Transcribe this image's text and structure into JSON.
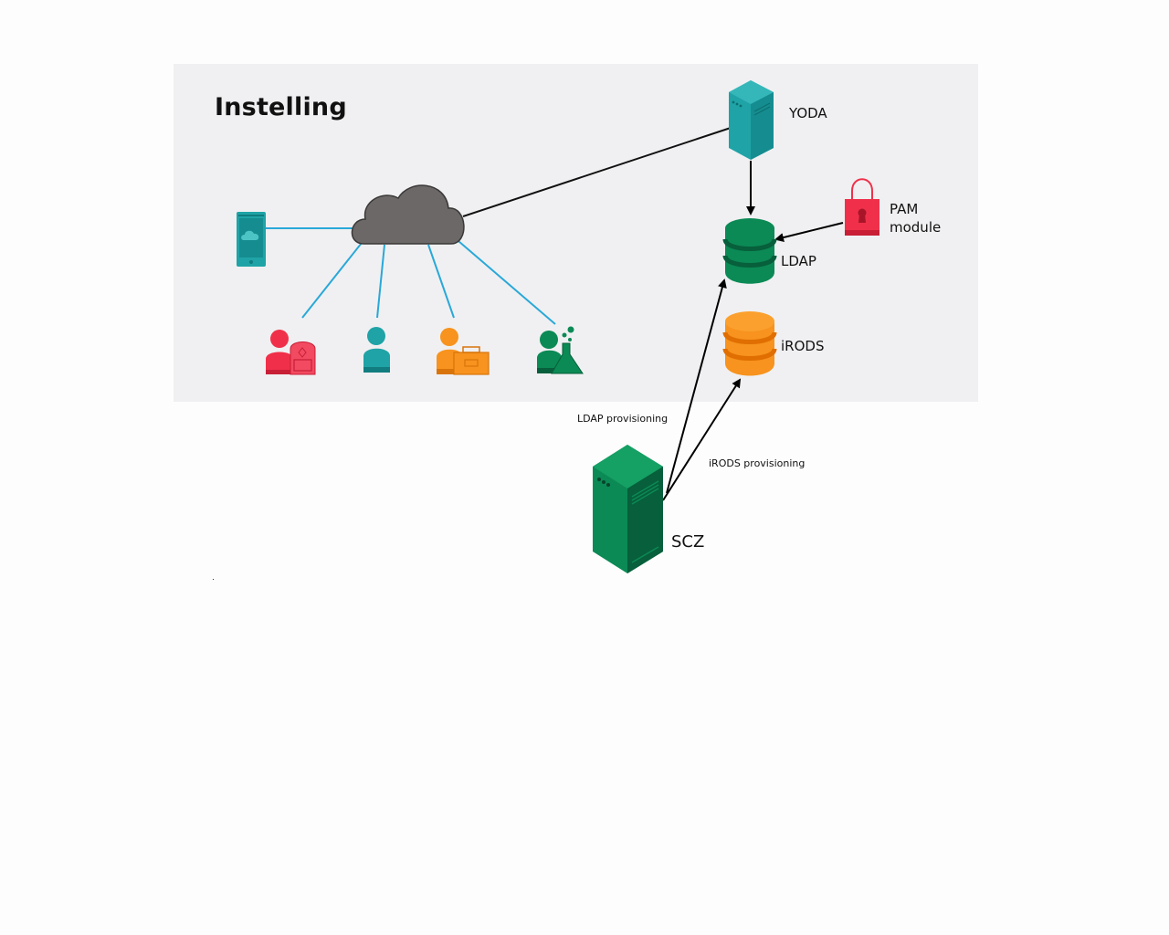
{
  "title": "Instelling",
  "nodes": {
    "yoda": "YODA",
    "pam_line1": "PAM",
    "pam_line2": "module",
    "ldap": "LDAP",
    "irods": "iRODS",
    "scz": "SCZ"
  },
  "edges": {
    "ldap_provisioning": "LDAP provisioning",
    "irods_provisioning": "iRODS provisioning"
  },
  "colors": {
    "panel": "#f0f0f2",
    "cloud": "#6b6867",
    "link": "#2aa8d8",
    "teal": "#1fa3a6",
    "green": "#0b8a55",
    "dark_green": "#075f3b",
    "orange": "#f7931e",
    "red": "#f0304a",
    "arrow": "#000000"
  },
  "icons": [
    "phone-icon",
    "student-icon",
    "user-icon",
    "employee-icon",
    "researcher-icon",
    "server-icon",
    "database-icon",
    "padlock-icon",
    "cloud-icon"
  ]
}
